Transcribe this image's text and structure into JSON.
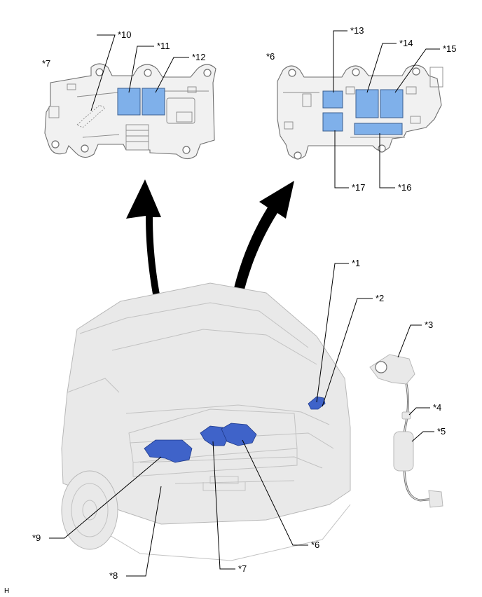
{
  "callouts": {
    "c1": "*1",
    "c2": "*2",
    "c3": "*3",
    "c4": "*4",
    "c5": "*5",
    "c6_detail": "*6",
    "c6_main": "*6",
    "c7_detail": "*7",
    "c7_main": "*7",
    "c8": "*8",
    "c9": "*9",
    "c10": "*10",
    "c11": "*11",
    "c12": "*12",
    "c13": "*13",
    "c14": "*14",
    "c15": "*15",
    "c16": "*16",
    "c17": "*17"
  },
  "corner_mark": "H",
  "colors": {
    "relay_blue": "#7fb0ea",
    "part_blue": "#3f63c9",
    "arrow": "#000000"
  }
}
